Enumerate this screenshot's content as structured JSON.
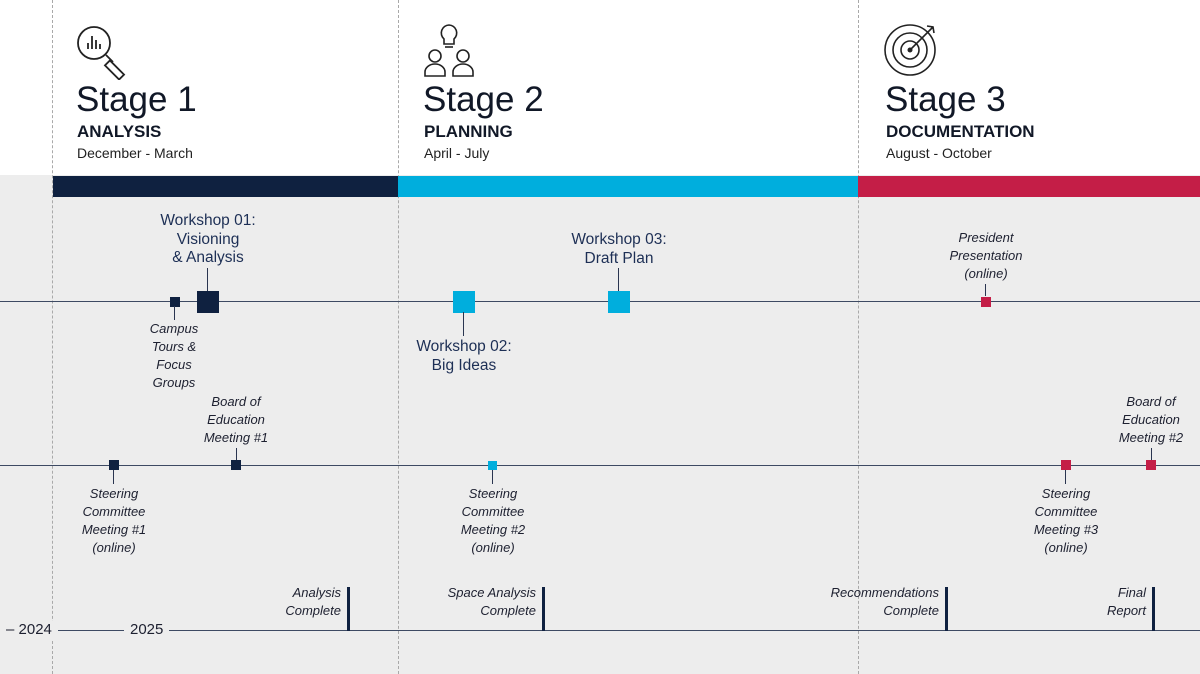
{
  "colors": {
    "analysis": "#0f2140",
    "planning": "#00aedd",
    "documentation": "#c41e47",
    "band": "#ededed",
    "line": "#3d4a63"
  },
  "stages": [
    {
      "title": "Stage 1",
      "subtitle": "ANALYSIS",
      "dates": "December - March",
      "icon": "magnifier-chart-icon"
    },
    {
      "title": "Stage 2",
      "subtitle": "PLANNING",
      "dates": "April - July",
      "icon": "lightbulb-people-icon"
    },
    {
      "title": "Stage 3",
      "subtitle": "DOCUMENTATION",
      "dates": "August - October",
      "icon": "target-icon"
    }
  ],
  "events": {
    "workshop01": "Workshop 01:\nVisioning\n& Analysis",
    "campus_tours": "Campus\nTours &\nFocus\nGroups",
    "workshop02": "Workshop 02:\nBig Ideas",
    "workshop03": "Workshop 03:\nDraft Plan",
    "president": "President\nPresentation\n(online)",
    "board1": "Board of\nEducation\nMeeting #1",
    "steering1": "Steering\nCommittee\nMeeting #1\n(online)",
    "steering2": "Steering\nCommittee\nMeeting #2\n(online)",
    "steering3": "Steering\nCommittee\nMeeting #3\n(online)",
    "board2": "Board of\nEducation\nMeeting #2"
  },
  "milestones": {
    "analysis": "Analysis\nComplete",
    "space": "Space Analysis\nComplete",
    "recommendations": "Recommendations\nComplete",
    "final": "Final\nReport"
  },
  "years": {
    "y2024": "2024",
    "y2025": "2025"
  }
}
